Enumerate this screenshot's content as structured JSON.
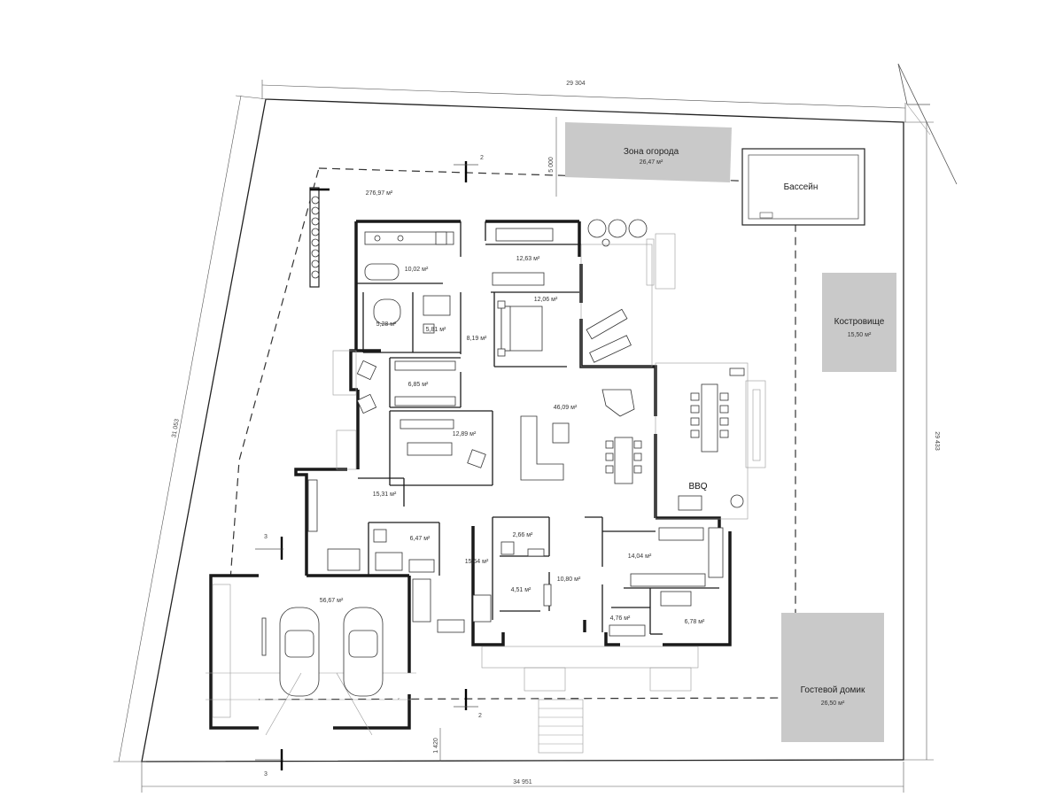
{
  "dimensions": {
    "top": "29 304",
    "bottom": "34 951",
    "left": "31 053",
    "right": "29 433",
    "offset_top": "5 000",
    "offset_bottom": "1 420"
  },
  "zones": {
    "garden": {
      "label": "Зона огорода",
      "area": "26,47 м²"
    },
    "pool": {
      "label": "Бассейн"
    },
    "firepit": {
      "label": "Костровище",
      "area": "15,50 м²"
    },
    "guesthouse": {
      "label": "Гостевой домик",
      "area": "26,50 м²"
    },
    "yard": {
      "area": "276,97 м²"
    },
    "bbq": {
      "label": "BBQ"
    }
  },
  "rooms": {
    "r1": "10,02 м²",
    "r2": "12,63 м²",
    "r3": "12,06 м²",
    "r4": "5,28 м²",
    "r5": "5,81 м²",
    "r6": "8,19 м²",
    "r7": "6,85 м²",
    "r8": "46,09 м²",
    "r9": "12,89 м²",
    "r10": "15,31 м²",
    "r11": "6,47 м²",
    "r12": "15,64 м²",
    "r13": "2,66 м²",
    "r14": "10,80 м²",
    "r15": "4,51 м²",
    "r16": "14,04 м²",
    "r17": "4,76 м²",
    "r18": "6,78 м²",
    "r19": "56,67 м²"
  },
  "section_marks": {
    "s2_top": "2",
    "s2_bottom": "2",
    "s3_top": "3",
    "s3_bottom": "3"
  },
  "colors": {
    "zone_fill": "#c9c9c9",
    "wall": "#1a1a1a"
  }
}
